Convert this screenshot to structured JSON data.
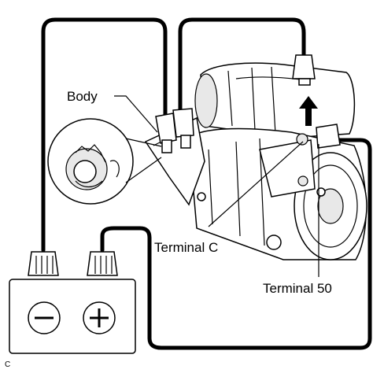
{
  "labels": {
    "body": "Body",
    "terminal_c": "Terminal C",
    "terminal_50": "Terminal 50",
    "corner_mark": "C"
  },
  "battery": {
    "negative_symbol": "minus-icon",
    "positive_symbol": "plus-icon"
  }
}
